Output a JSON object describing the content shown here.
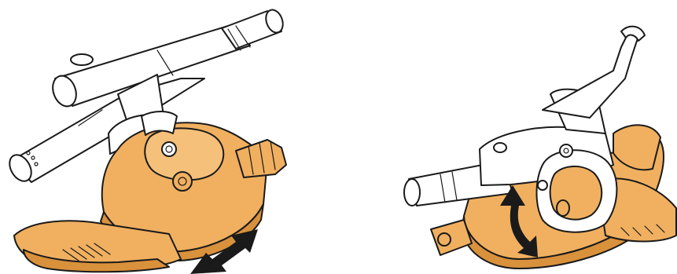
{
  "colors": {
    "background": "#ffffff",
    "outline": "#1a1a1a",
    "component_fill": "#f0b060",
    "component_shadow": "#d9913c",
    "metal_fill": "#ffffff",
    "arrow_fill": "#1a1a1a"
  },
  "figures": [
    {
      "name": "left-view",
      "motion_indicator": "double-arrow-diagonal"
    },
    {
      "name": "right-view",
      "motion_indicator": "double-arrow-curved"
    }
  ]
}
